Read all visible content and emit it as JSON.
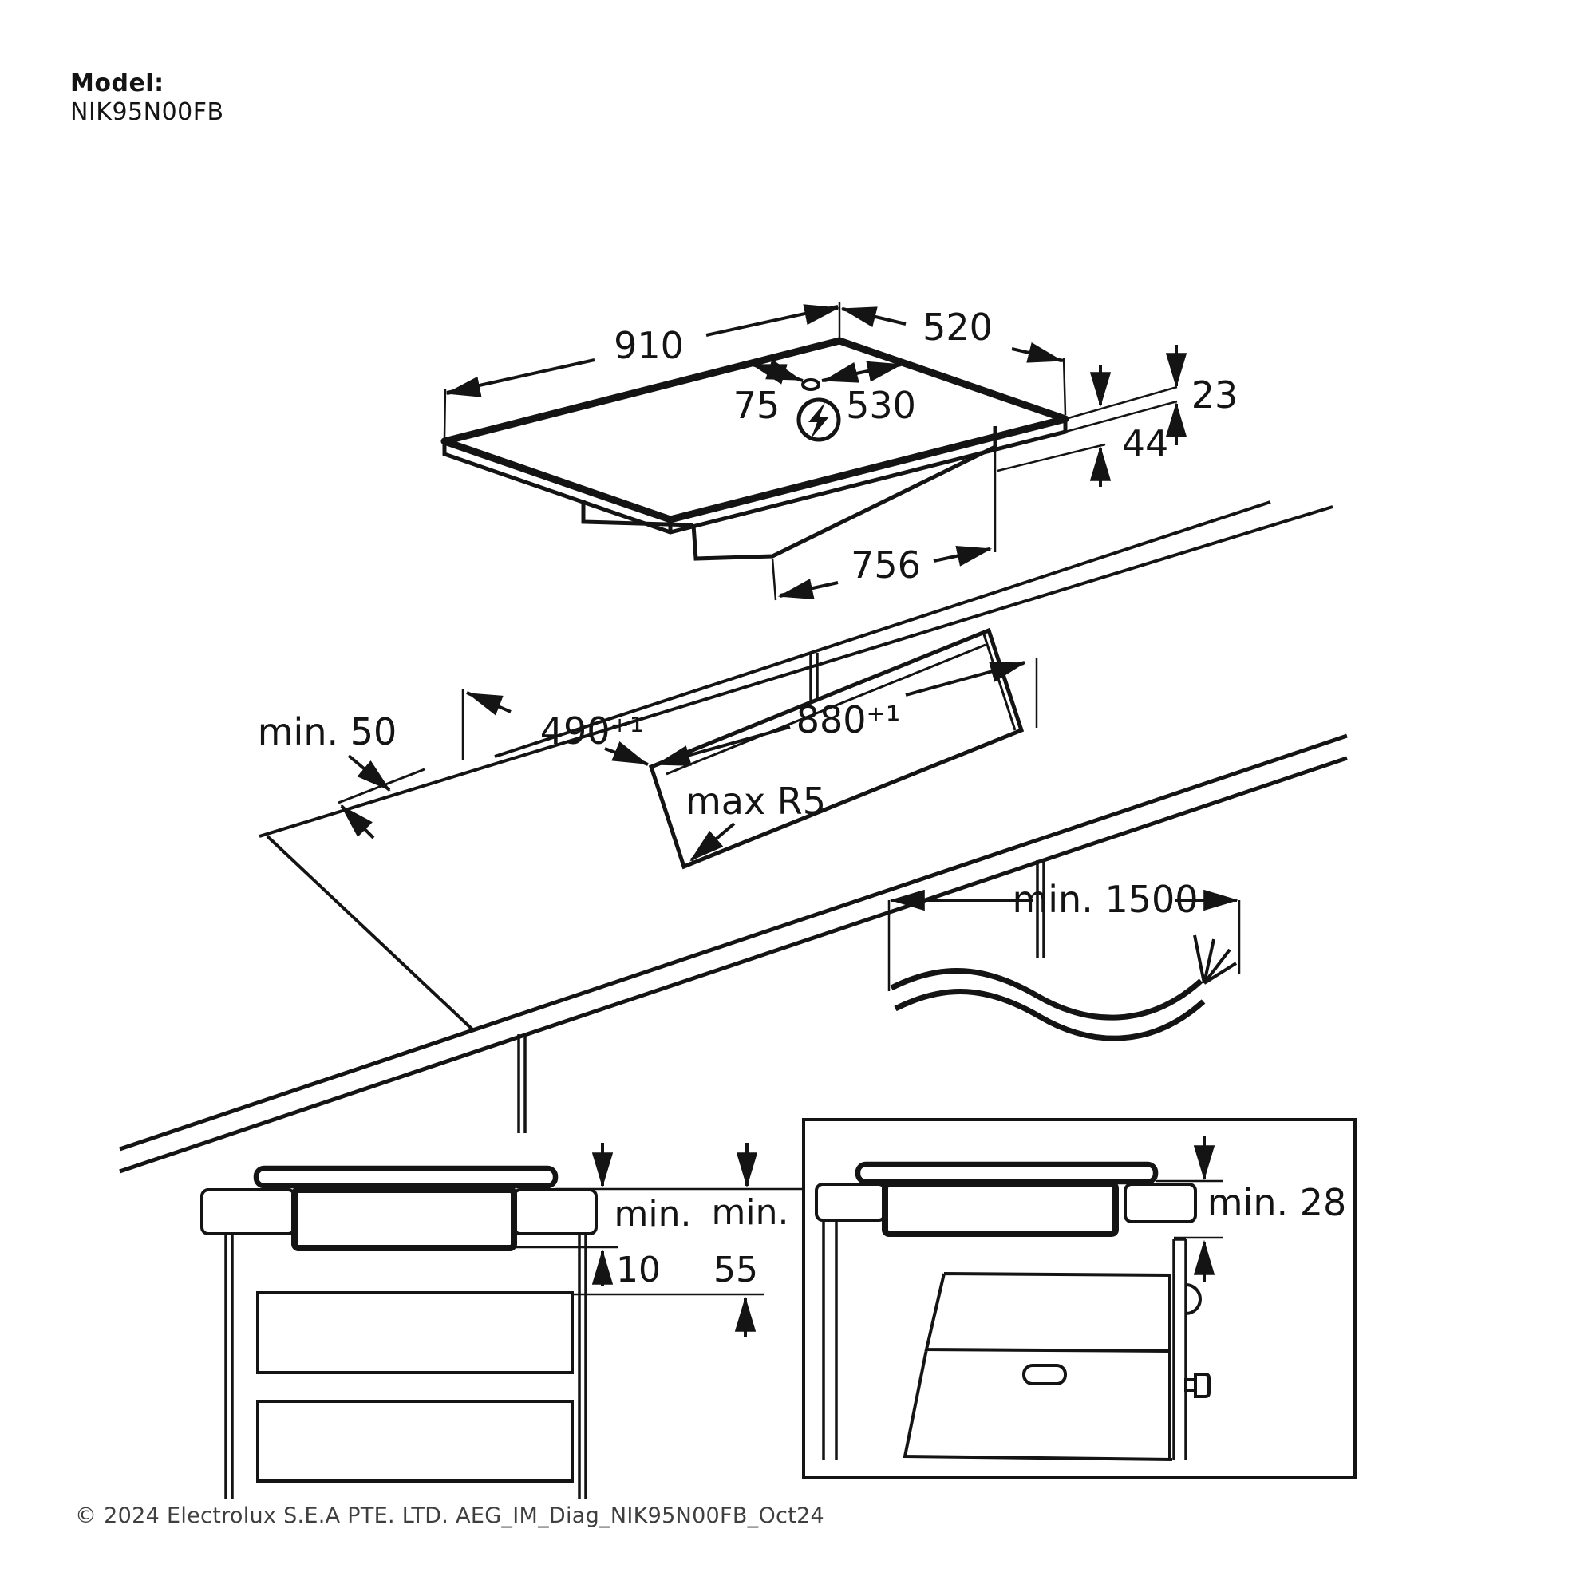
{
  "page": {
    "background": "#ffffff",
    "line_color": "#141414"
  },
  "header": {
    "model_label": "Model:",
    "model_value": "NIK95N00FB"
  },
  "hob_figure": {
    "width_mm": "910",
    "depth_mm": "520",
    "cable_hole_offset_mm": "75",
    "cable_hole_span_mm": "530",
    "glass_height_mm": "23",
    "total_height_mm": "44",
    "base_width_mm": "756",
    "power_icon": "lightning-in-circle-icon"
  },
  "cutout_figure": {
    "edge_clearance": "min. 50",
    "cutout_depth": "490⁺¹",
    "cutout_width": "880⁺¹",
    "corner_radius": "max R5"
  },
  "cable_figure": {
    "cable_length": "min. 1500"
  },
  "cabinet_figure": {
    "clearance_top_label": "min.",
    "clearance_top_value": "10",
    "clearance_drawer_label": "min.",
    "clearance_drawer_value": "55"
  },
  "oven_figure": {
    "oven_clearance": "min. 28"
  },
  "footer": {
    "copyright": "© 2024 Electrolux S.E.A PTE. LTD. AEG_IM_Diag_NIK95N00FB_Oct24"
  }
}
